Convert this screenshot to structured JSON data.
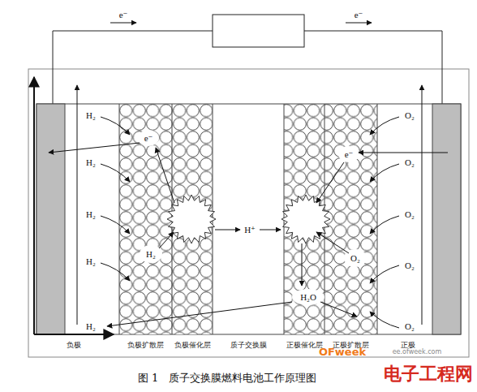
{
  "diagram": {
    "caption": "图 1　质子交换膜燃料电池工作原理图",
    "nodes": [
      {
        "text": [
          "负极"
        ]
      },
      {
        "text": [
          "负极扩散层"
        ]
      },
      {
        "text": [
          "负极催化层"
        ]
      },
      {
        "text": [
          "质子交换膜"
        ]
      },
      {
        "text": [
          "正极催化层"
        ]
      },
      {
        "text": [
          "正极扩散层"
        ]
      },
      {
        "text": [
          "正极"
        ]
      }
    ],
    "labels": [
      "e⁻",
      "e⁻",
      "H₂",
      "e⁻",
      "e⁻",
      "O₂",
      "H₂",
      "O₂",
      "H⁺",
      "H₂",
      "O₂",
      "H₂",
      "O₂",
      "H₂",
      "O₂",
      "H₂O",
      "H₂",
      "O₂",
      "OFweek",
      "ee.ofweek.com",
      "电子工程网"
    ]
  }
}
